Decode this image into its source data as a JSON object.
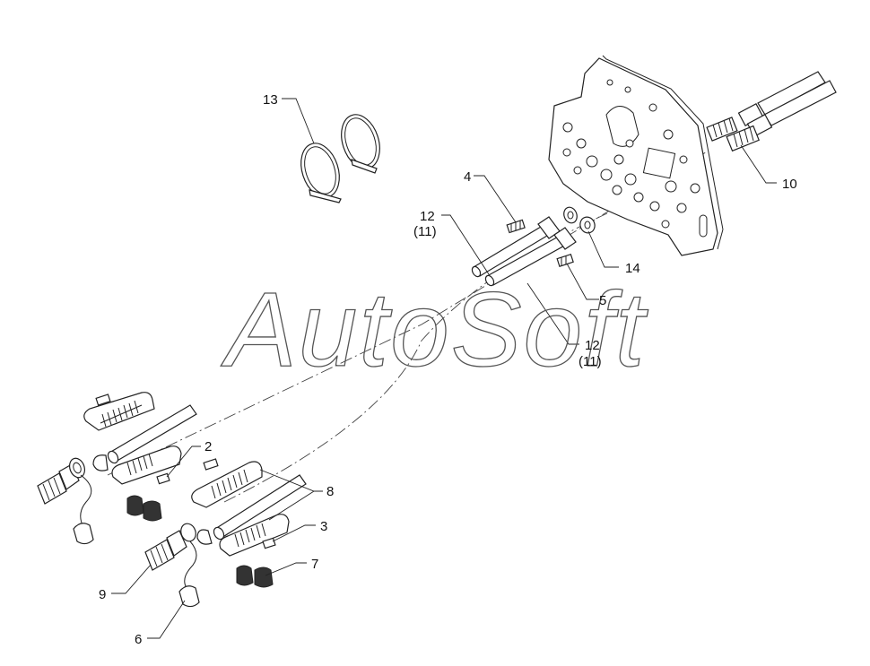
{
  "watermark": "AutoSoft",
  "callouts": [
    {
      "id": "c13",
      "label": "13"
    },
    {
      "id": "c4",
      "label": "4"
    },
    {
      "id": "c12a",
      "label": "12",
      "sub": "(11)"
    },
    {
      "id": "c10",
      "label": "10"
    },
    {
      "id": "c14",
      "label": "14"
    },
    {
      "id": "c5",
      "label": "5"
    },
    {
      "id": "c12b",
      "label": "12",
      "sub": "(11)"
    },
    {
      "id": "c2",
      "label": "2"
    },
    {
      "id": "c8",
      "label": "8"
    },
    {
      "id": "c3",
      "label": "3"
    },
    {
      "id": "c7",
      "label": "7"
    },
    {
      "id": "c9",
      "label": "9"
    },
    {
      "id": "c6",
      "label": "6"
    }
  ]
}
